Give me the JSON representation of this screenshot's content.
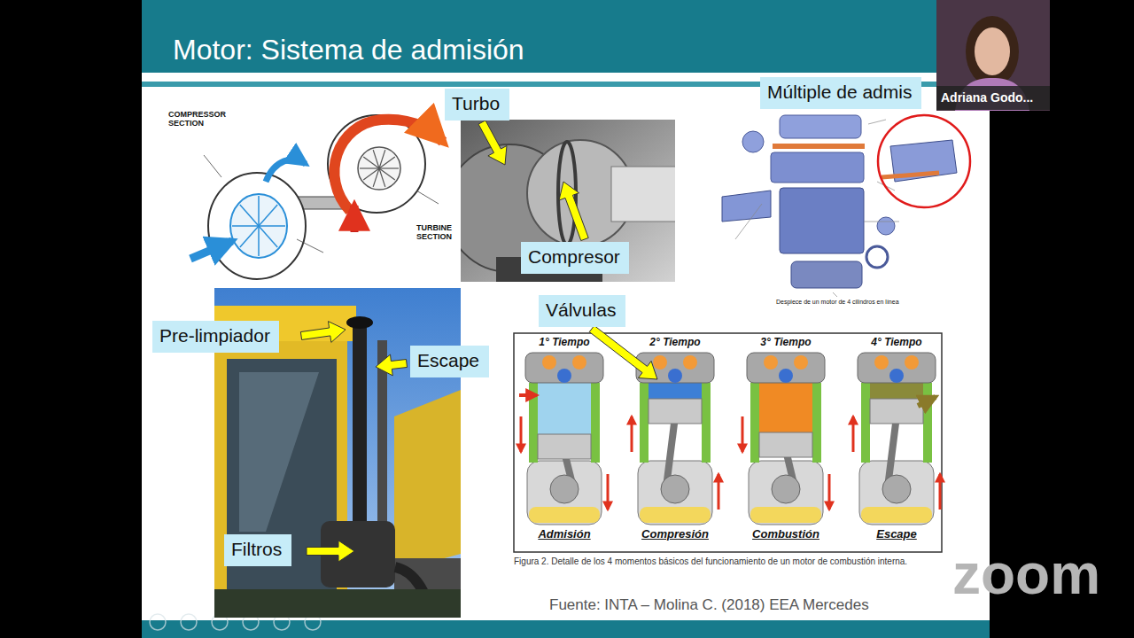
{
  "diagram": {
    "title": "Motor: Sistema de admisión",
    "nodes": [
      {
        "text": [
          "Múltiple de admis"
        ]
      },
      {
        "text": [
          "Turbo"
        ]
      },
      {
        "text": [
          "Compresor"
        ]
      },
      {
        "text": [
          "Válvulas"
        ]
      },
      {
        "text": [
          "Pre-limpiador"
        ]
      },
      {
        "text": [
          "Escape"
        ]
      },
      {
        "text": [
          "Filtros"
        ]
      }
    ],
    "labels": [
      "COMPRESSOR SECTION",
      "TURBINE SECTION",
      "Despiece de un motor de 4 cilindros en línea",
      "1° Tiempo",
      "2° Tiempo",
      "3° Tiempo",
      "4° Tiempo",
      "Admisión",
      "Compresión",
      "Combustión",
      "Escape",
      "Figura 2. Detalle de los 4 momentos básicos del funcionamiento de un motor de combustión interna.",
      "Fuente: INTA – Molina C. (2018) EEA Mercedes",
      "zoom",
      "Adriana Godo..."
    ]
  }
}
